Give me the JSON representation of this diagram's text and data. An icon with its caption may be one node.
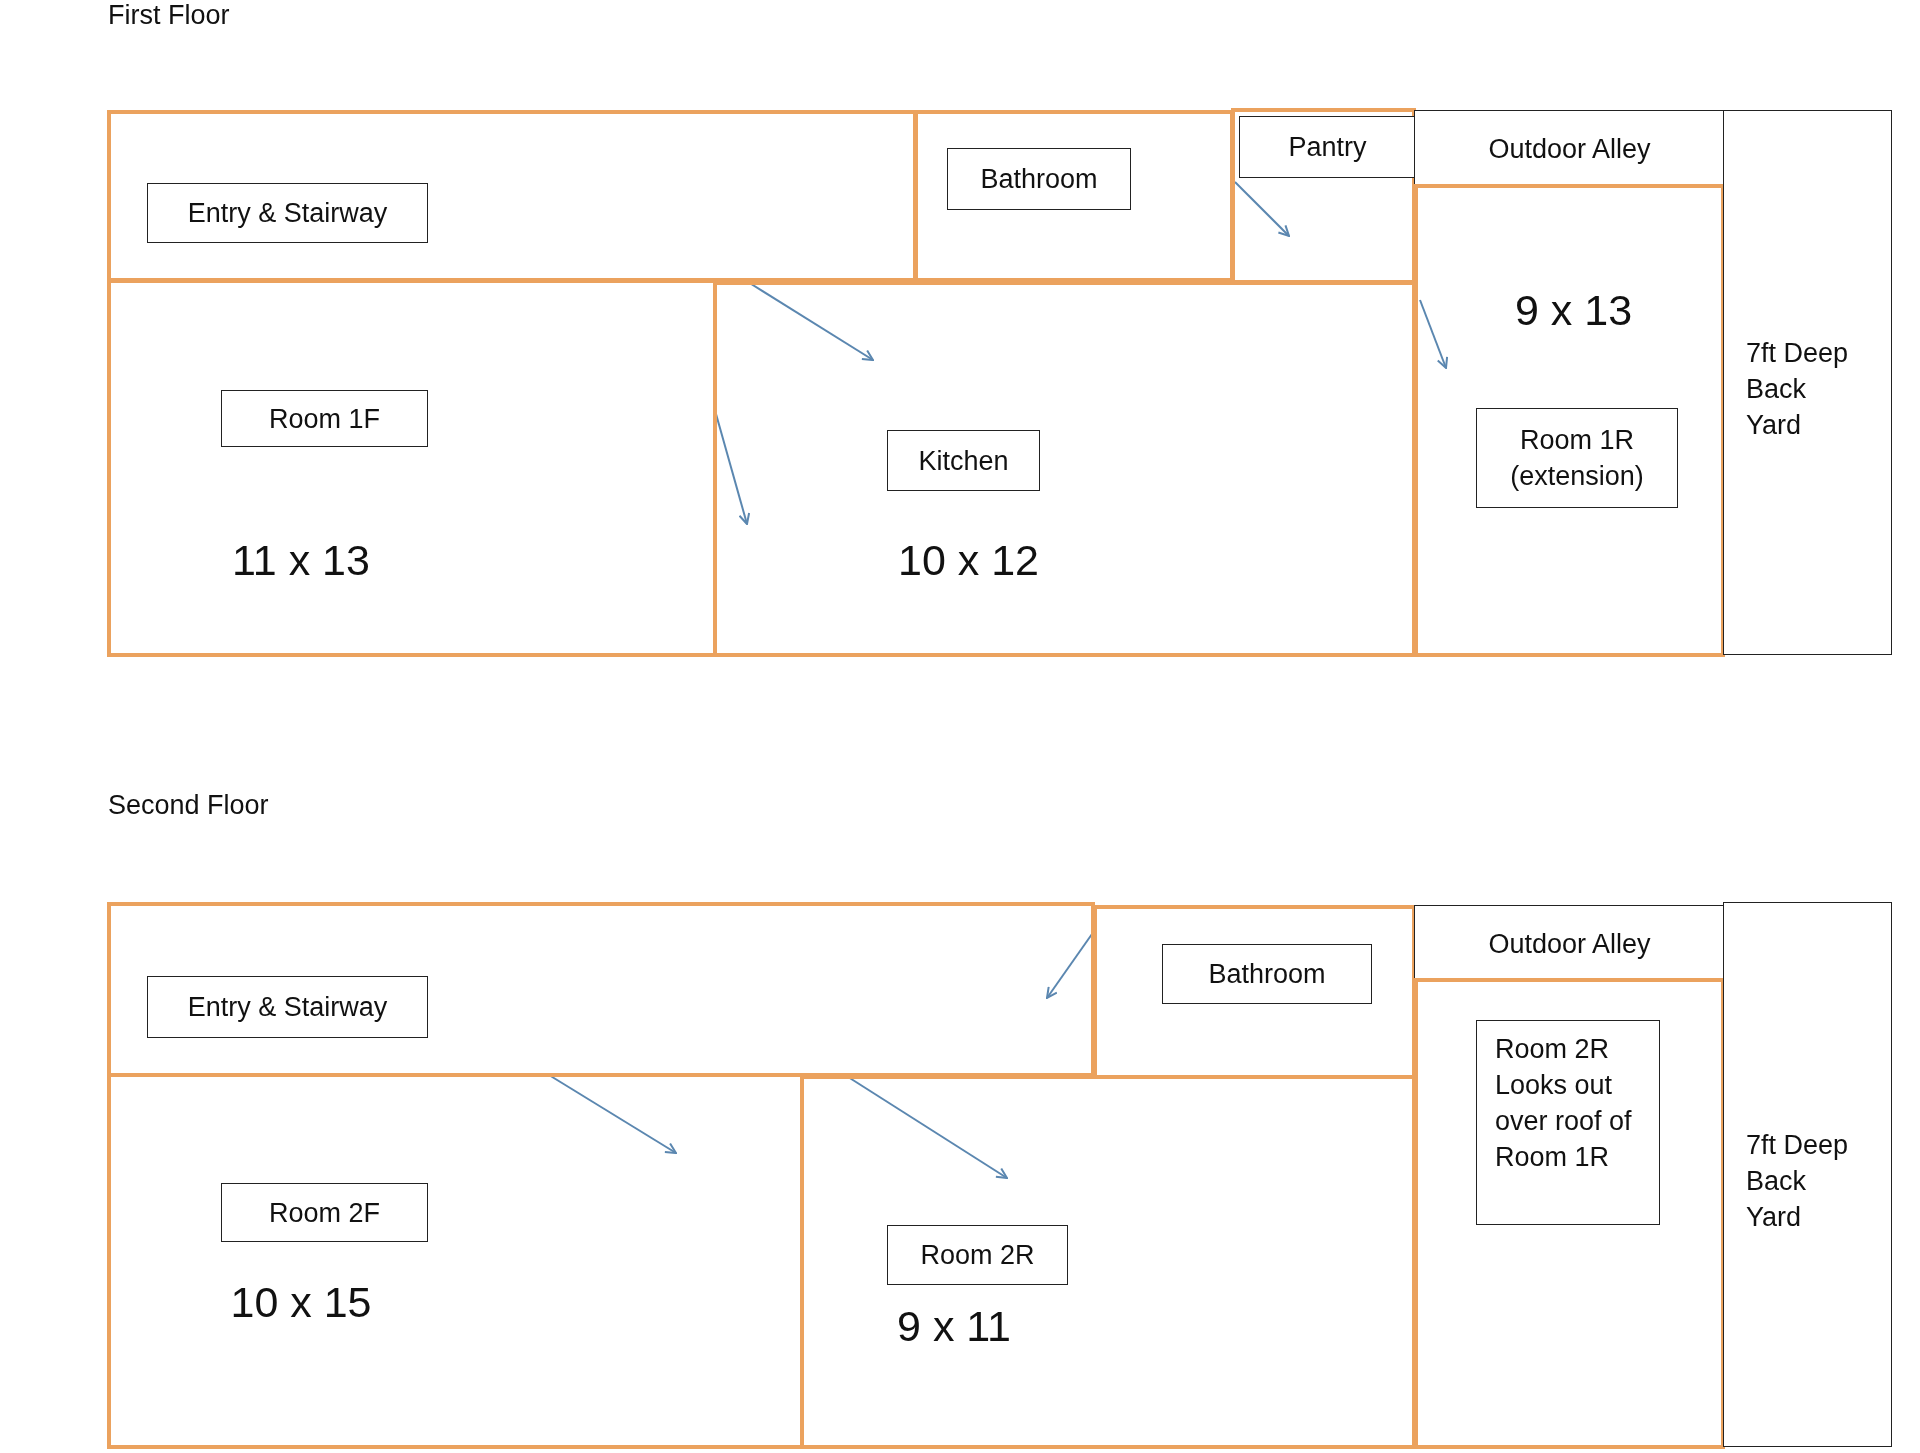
{
  "diagram": {
    "nodes": [
      {
        "text": [],
        "shape": "box"
      },
      {
        "text": [
          "Entry & Stairway"
        ],
        "in": 0
      },
      {
        "text": [],
        "shape": "box"
      },
      {
        "text": [
          "Bathroom"
        ],
        "in": 2
      },
      {
        "text": [],
        "shape": "box"
      },
      {
        "text": [
          "Pantry"
        ],
        "in": 4
      },
      {
        "text": [
          "Outdoor Alley"
        ]
      },
      {
        "text": [
          "9 x 13"
        ]
      },
      {
        "text": [
          "Room 1R (extension)"
        ],
        "in": 7
      },
      {
        "text": [
          "7ft Deep Back Yard"
        ]
      },
      {
        "text": [
          "11 x 13"
        ]
      },
      {
        "text": [
          "Room 1F"
        ],
        "in": 10
      },
      {
        "text": [
          "10 x 12"
        ]
      },
      {
        "text": [
          "Kitchen"
        ],
        "in": 12
      },
      {
        "text": [],
        "shape": "box"
      },
      {
        "text": [
          "Entry & Stairway"
        ],
        "in": 14
      },
      {
        "text": [],
        "shape": "box"
      },
      {
        "text": [
          "Bathroom"
        ],
        "in": 16
      },
      {
        "text": [
          "Outdoor Alley"
        ]
      },
      {
        "text": [],
        "shape": "box"
      },
      {
        "text": [
          "Room 2R Looks out over roof of Room 1R"
        ],
        "in": 19
      },
      {
        "text": [
          "7ft Deep Back Yard"
        ]
      },
      {
        "text": [
          "10 x 15"
        ]
      },
      {
        "text": [
          "Room 2F"
        ],
        "in": 22
      },
      {
        "text": [
          "9 x 11"
        ]
      },
      {
        "text": [
          "Room 2R"
        ],
        "in": 24
      }
    ],
    "labels": [
      "First Floor",
      "Second Floor"
    ]
  }
}
